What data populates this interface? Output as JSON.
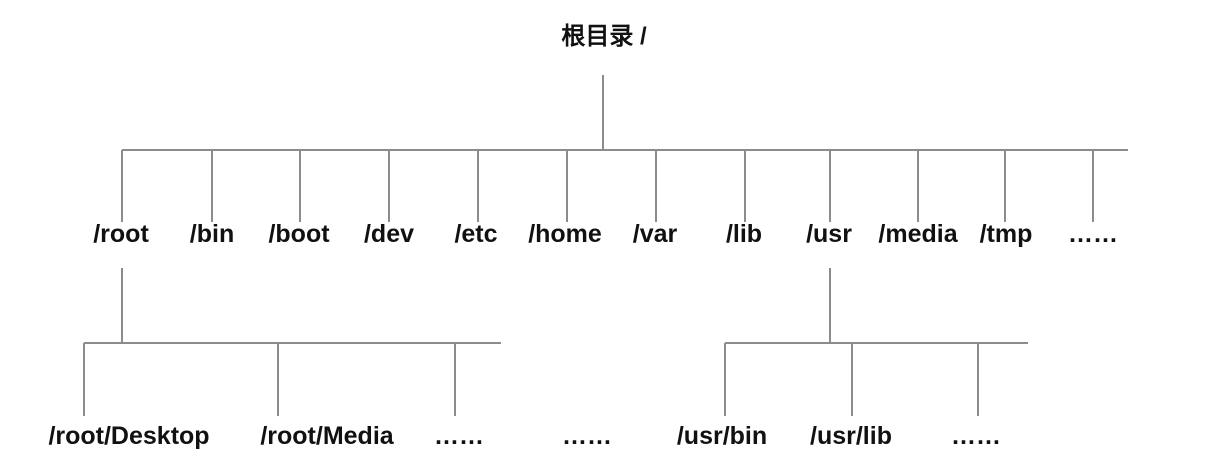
{
  "root": {
    "label": "根目录 /"
  },
  "level1": [
    {
      "id": "root",
      "label": "/root"
    },
    {
      "id": "bin",
      "label": "/bin"
    },
    {
      "id": "boot",
      "label": "/boot"
    },
    {
      "id": "dev",
      "label": "/dev"
    },
    {
      "id": "etc",
      "label": "/etc"
    },
    {
      "id": "home",
      "label": "/home"
    },
    {
      "id": "var",
      "label": "/var"
    },
    {
      "id": "lib",
      "label": "/lib"
    },
    {
      "id": "usr",
      "label": "/usr"
    },
    {
      "id": "media",
      "label": "/media"
    },
    {
      "id": "tmp",
      "label": "/tmp"
    },
    {
      "id": "more",
      "label": "……"
    }
  ],
  "root_children": [
    {
      "id": "root-desktop",
      "label": "/root/Desktop"
    },
    {
      "id": "root-media",
      "label": "/root/Media"
    },
    {
      "id": "root-more",
      "label": "……"
    }
  ],
  "middle_ellipsis": {
    "label": "……"
  },
  "usr_children": [
    {
      "id": "usr-bin",
      "label": "/usr/bin"
    },
    {
      "id": "usr-lib",
      "label": "/usr/lib"
    },
    {
      "id": "usr-more",
      "label": "……"
    }
  ],
  "colors": {
    "line": "#8c8c8c",
    "text": "#111111"
  }
}
